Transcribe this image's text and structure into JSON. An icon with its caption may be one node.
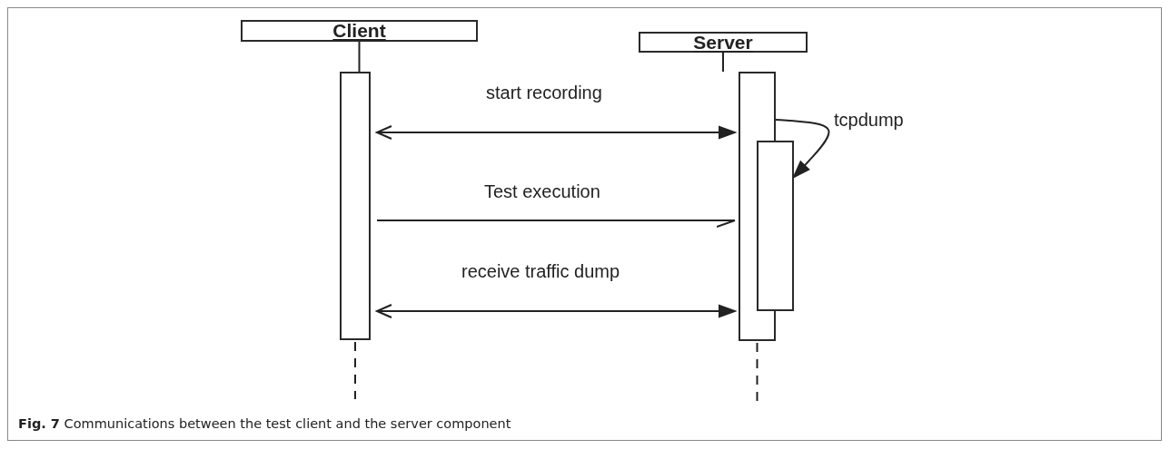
{
  "diagram": {
    "caption": "**Fig. 7** Communications between the test client and the server component",
    "nodes": [
      {
        "text": [
          "Client"
        ]
      },
      {
        "text": [
          "Server"
        ]
      },
      {
        "text": [],
        "shape": "bar"
      },
      {
        "text": [],
        "shape": "bar"
      },
      {
        "text": [],
        "shape": "bar"
      }
    ],
    "edges": [
      {
        "from": 0,
        "to": 2,
        "arrow": "none"
      },
      {
        "from": 1,
        "to": 3,
        "arrow": "none"
      },
      {
        "from": 2,
        "to": 3,
        "arrow": "both",
        "label": "start recording"
      },
      {
        "from": 3,
        "to": 4,
        "arrow": "to",
        "label": "tcpdump"
      },
      {
        "from": 2,
        "to": 3,
        "arrow": "to",
        "label": "Test execution"
      },
      {
        "from": 2,
        "to": 3,
        "arrow": "both",
        "label": "receive traffic dump"
      },
      {
        "from": 2,
        "to": null,
        "arrow": "none",
        "style": "dashed"
      },
      {
        "from": 3,
        "to": null,
        "arrow": "none",
        "style": "dashed"
      }
    ]
  }
}
